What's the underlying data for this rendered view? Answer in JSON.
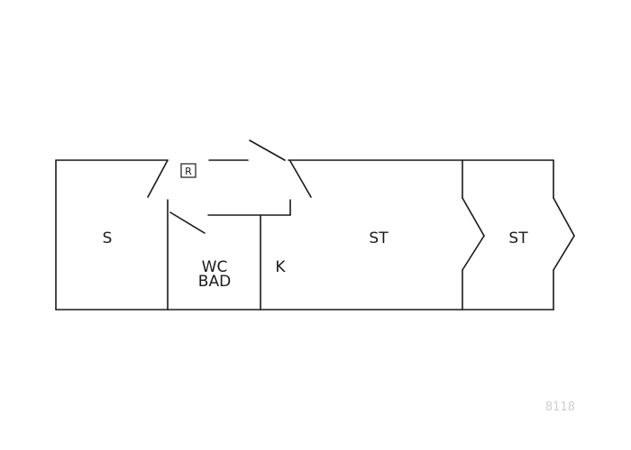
{
  "rooms": {
    "s": "S",
    "wc_line1": "WC",
    "wc_line2": "BAD",
    "k": "K",
    "st_1": "ST",
    "st_2": "ST"
  },
  "marker_r": "R",
  "plan_number": "8118"
}
